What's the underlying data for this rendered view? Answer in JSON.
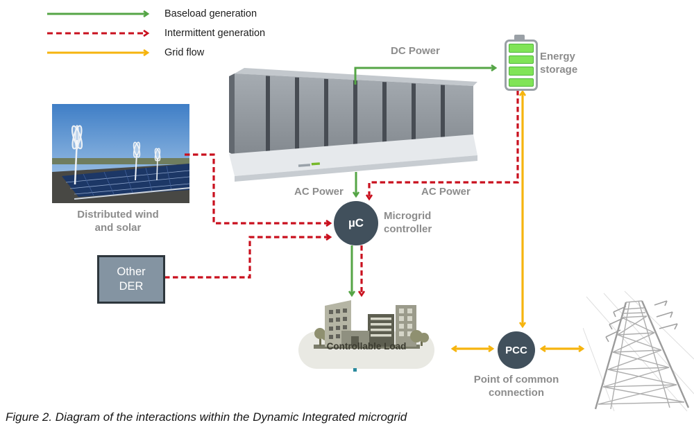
{
  "legend": {
    "items": [
      {
        "label": "Baseload generation",
        "color": "#55a546",
        "style": "solid"
      },
      {
        "label": "Intermittent generation",
        "color": "#c9101e",
        "style": "dashed"
      },
      {
        "label": "Grid flow",
        "color": "#f6b40e",
        "style": "solid"
      }
    ]
  },
  "edge_labels": {
    "dc_power": "DC Power",
    "ac_power_left": "AC Power",
    "ac_power_right": "AC Power"
  },
  "nodes": {
    "wind_solar": {
      "lines": [
        "Distributed wind",
        "and solar"
      ]
    },
    "energy_storage": {
      "lines": [
        "Energy",
        "storage"
      ]
    },
    "microgrid_controller": {
      "abbr": "µC",
      "lines": [
        "Microgrid",
        "controller"
      ]
    },
    "other_der": {
      "lines": [
        "Other",
        "DER"
      ]
    },
    "controllable_load": {
      "label": "Controllable Load"
    },
    "pcc": {
      "abbr": "PCC",
      "lines": [
        "Point of common",
        "connection"
      ]
    }
  },
  "caption": "Figure 2. Diagram of the interactions within the Dynamic Integrated microgrid",
  "colors": {
    "baseload_green": "#55a546",
    "intermittent_red": "#c9101e",
    "grid_yellow": "#f6b40e",
    "node_circle_fill": "#41505c",
    "label_gray": "#8c8c8c",
    "battery_bar_green": "#80e457",
    "other_der_fill": "#8494a2"
  }
}
